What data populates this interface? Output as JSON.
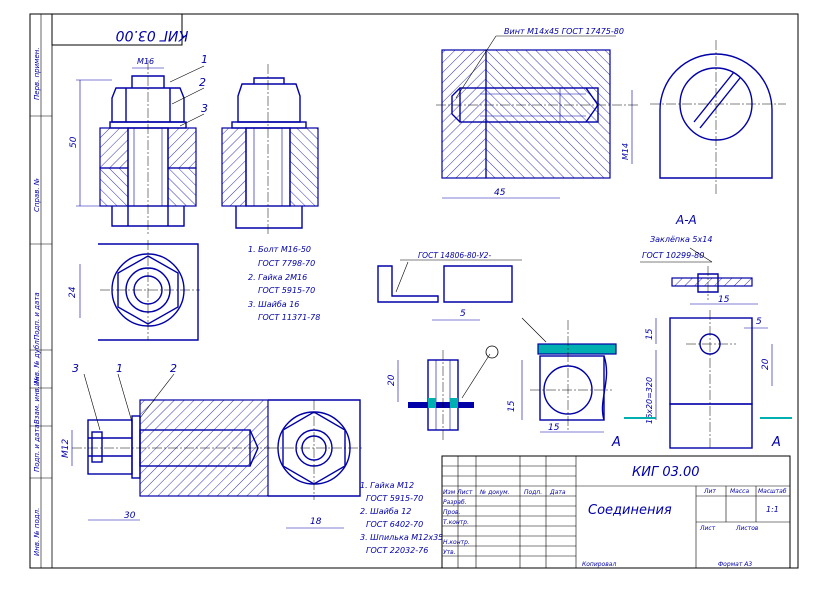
{
  "stamp": {
    "designation": "КИГ 03.00",
    "title": "Соединения",
    "col_lit": "Лит",
    "col_mass": "Масса",
    "col_scale": "Масштаб",
    "scale": "1:1",
    "sheet": "Лист",
    "sheets": "Листов",
    "rows": [
      "Изм Лист",
      "Разраб.",
      "Пров.",
      "Т.контр.",
      "",
      "Н.контр.",
      "Утв."
    ],
    "col_doc": "№ докум.",
    "col_sign": "Подп.",
    "col_date": "Дата",
    "copied": "Копировал",
    "format": "Формат   А3"
  },
  "corner_code": "КИГ 03.00",
  "side_labels": [
    "Перв. примен.",
    "Справ. №",
    "Подп. и дата",
    "Инв. № дубл.",
    "Взам. инв. №",
    "Подп. и дата",
    "Инв. № подл."
  ],
  "views": {
    "bolt": {
      "thread": "М16",
      "dim_h": "50",
      "dim_w": "24",
      "leaders": [
        "1",
        "2",
        "3"
      ],
      "notes": [
        "1. Болт М16-50",
        "ГОСТ 7798-70",
        "2. Гайка 2М16",
        "ГОСТ 5915-70",
        "3. Шайба 16",
        "ГОСТ 11371-78"
      ]
    },
    "screw": {
      "callout": "Винт М14х45 ГОСТ 17475-80",
      "dim_len": "45",
      "dim_d": "М14"
    },
    "stud": {
      "leaders": [
        "3",
        "1",
        "2"
      ],
      "dim_d": "М12",
      "dim_len": "30",
      "dim_w": "18",
      "notes": [
        "1. Гайка М12",
        "ГОСТ 5915-70",
        "2. Шайба 12",
        "ГОСТ 6402-70",
        "3. Шпилька М12х35",
        "ГОСТ 22032-76"
      ]
    },
    "weld": {
      "standard": "ГОСТ 14806-80-У2-",
      "dim5": "5",
      "dim20": "20",
      "dim15a": "15",
      "dim15b": "15"
    },
    "rivet": {
      "section": "А-А",
      "callout": "Заклёпка 5х14",
      "standard": "ГОСТ 10299-80",
      "dim15a": "15",
      "dim15b": "15",
      "dim5": "5",
      "dim20": "20",
      "dim_step": "16x20=320",
      "cut_label": "А"
    }
  }
}
